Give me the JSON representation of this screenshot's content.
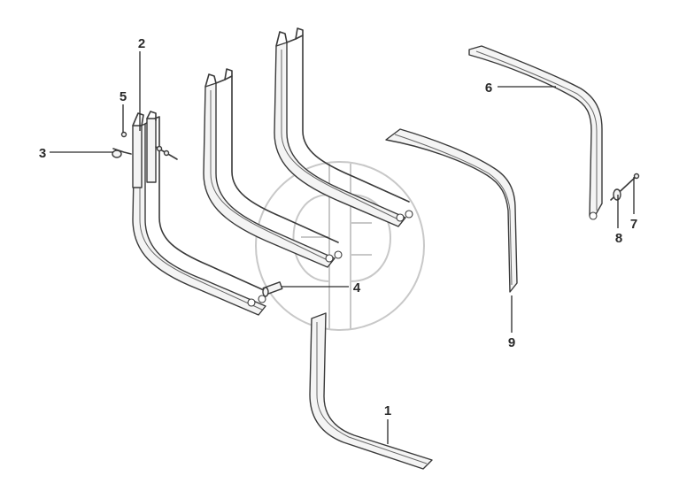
{
  "diagram": {
    "callouts": {
      "c1": "1",
      "c2": "2",
      "c3": "3",
      "c4": "4",
      "c5": "5",
      "c6": "6",
      "c7": "7",
      "c8": "8",
      "c9": "9"
    },
    "colors": {
      "line": "#3a3a3a",
      "watermark": "#c8c8c8",
      "background": "#ffffff"
    }
  }
}
